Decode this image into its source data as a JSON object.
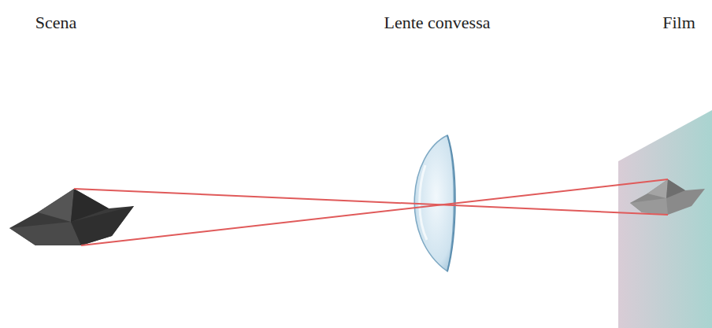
{
  "diagram": {
    "labels": [
      "Scena",
      "Lente convessa",
      "Film"
    ]
  }
}
